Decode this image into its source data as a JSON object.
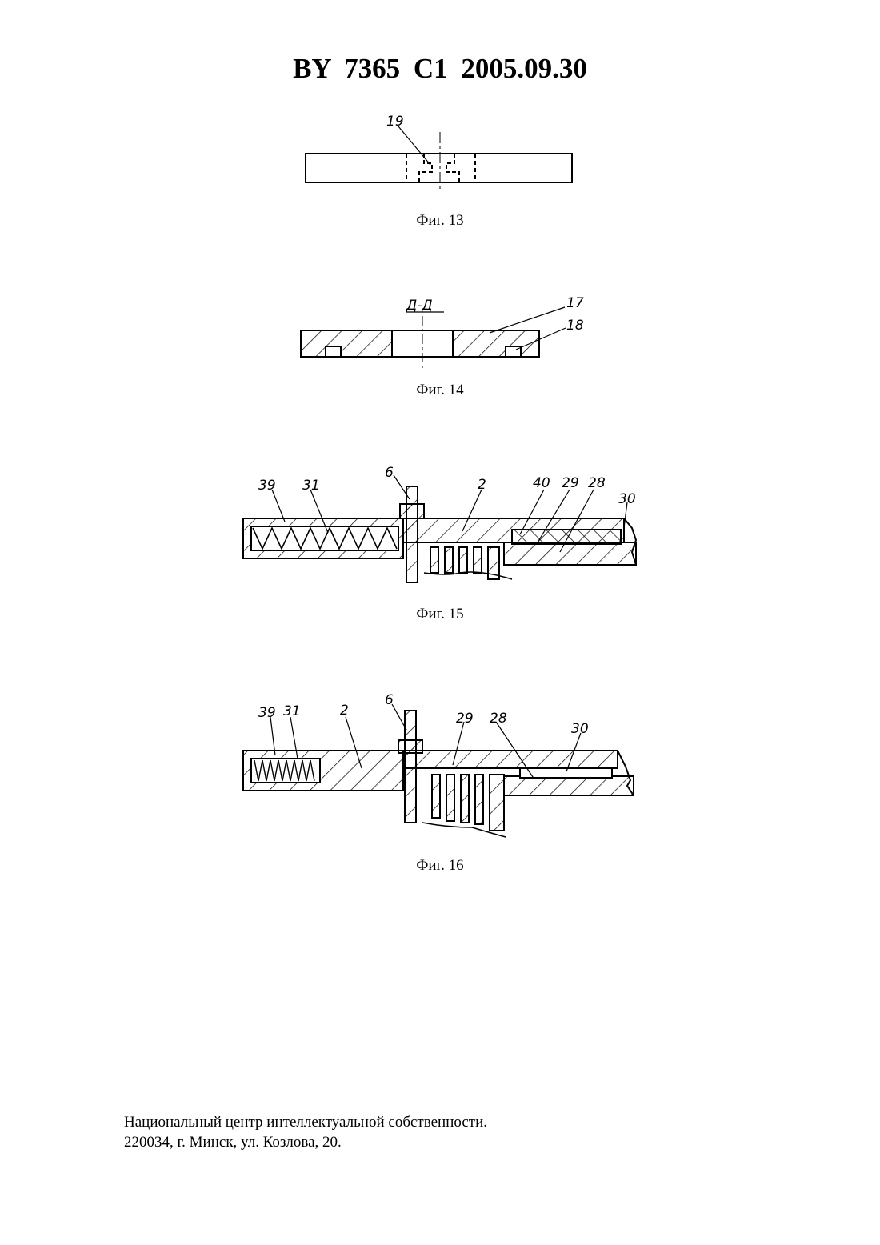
{
  "header": {
    "title": "BY  7365  C1  2005.09.30"
  },
  "figures": [
    {
      "caption": "Фиг. 13",
      "labels": [
        "19"
      ]
    },
    {
      "caption": "Фиг. 14",
      "section": "Д-Д",
      "labels": [
        "17",
        "18"
      ]
    },
    {
      "caption": "Фиг. 15",
      "labels": [
        "39",
        "31",
        "6",
        "2",
        "40",
        "29",
        "28",
        "30"
      ]
    },
    {
      "caption": "Фиг. 16",
      "labels": [
        "39",
        "31",
        "2",
        "6",
        "29",
        "28",
        "30"
      ]
    }
  ],
  "footer": {
    "line1": "Национальный центр интеллектуальной собственности.",
    "line2": "220034, г. Минск, ул. Козлова, 20."
  }
}
